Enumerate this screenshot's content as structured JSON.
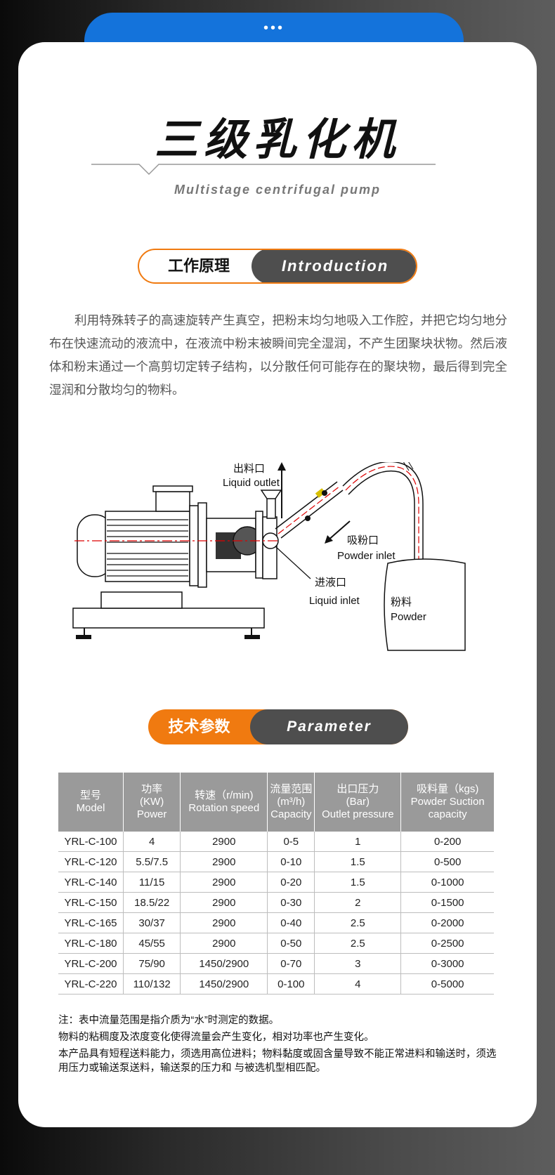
{
  "header": {
    "dots": "•••"
  },
  "title": {
    "cn": "三级乳化机",
    "en": "Multistage centrifugal pump"
  },
  "intro": {
    "label_cn": "工作原理",
    "label_en": "Introduction",
    "text": "利用特殊转子的高速旋转产生真空，把粉末均匀地吸入工作腔，并把它均匀地分布在快速流动的液流中，在液流中粉末被瞬间完全湿润，不产生团聚块状物。然后液体和粉末通过一个高剪切定转子结构，以分散任何可能存在的聚块物，最后得到完全湿润和分散均匀的物料。"
  },
  "diagram": {
    "outlet_cn": "出料口",
    "outlet_en": "Liquid outlet",
    "powder_inlet_cn": "吸粉口",
    "powder_inlet_en": "Powder inlet",
    "liquid_inlet_cn": "进液口",
    "liquid_inlet_en": "Liquid inlet",
    "powder_cn": "粉料",
    "powder_en": "Powder"
  },
  "params": {
    "label_cn": "技术参数",
    "label_en": "Parameter",
    "headers": [
      [
        "型号",
        "Model"
      ],
      [
        "功率",
        "(KW)",
        "Power"
      ],
      [
        "转速（r/min)",
        "Rotation speed"
      ],
      [
        "流量范围",
        "(m³/h)",
        "Capacity"
      ],
      [
        "出口压力",
        "(Bar)",
        "Outlet pressure"
      ],
      [
        "吸料量（kgs)",
        "Powder Suction",
        "capacity"
      ]
    ],
    "rows": [
      [
        "YRL-C-100",
        "4",
        "2900",
        "0-5",
        "1",
        "0-200"
      ],
      [
        "YRL-C-120",
        "5.5/7.5",
        "2900",
        "0-10",
        "1.5",
        "0-500"
      ],
      [
        "YRL-C-140",
        "11/15",
        "2900",
        "0-20",
        "1.5",
        "0-1000"
      ],
      [
        "YRL-C-150",
        "18.5/22",
        "2900",
        "0-30",
        "2",
        "0-1500"
      ],
      [
        "YRL-C-165",
        "30/37",
        "2900",
        "0-40",
        "2.5",
        "0-2000"
      ],
      [
        "YRL-C-180",
        "45/55",
        "2900",
        "0-50",
        "2.5",
        "0-2500"
      ],
      [
        "YRL-C-200",
        "75/90",
        "1450/2900",
        "0-70",
        "3",
        "0-3000"
      ],
      [
        "YRL-C-220",
        "110/132",
        "1450/2900",
        "0-100",
        "4",
        "0-5000"
      ]
    ]
  },
  "notes": [
    "注：表中流量范围是指介质为“水”时测定的数据。",
    "物料的粘稠度及浓度变化使得流量会产生变化，相对功率也产生变化。",
    "本产品具有短程送料能力，须选用高位进料；物料黏度或固含量导致不能正常进料和输送时，须选用压力或输送泵送料，输送泵的压力和 与被选机型相匹配。"
  ]
}
